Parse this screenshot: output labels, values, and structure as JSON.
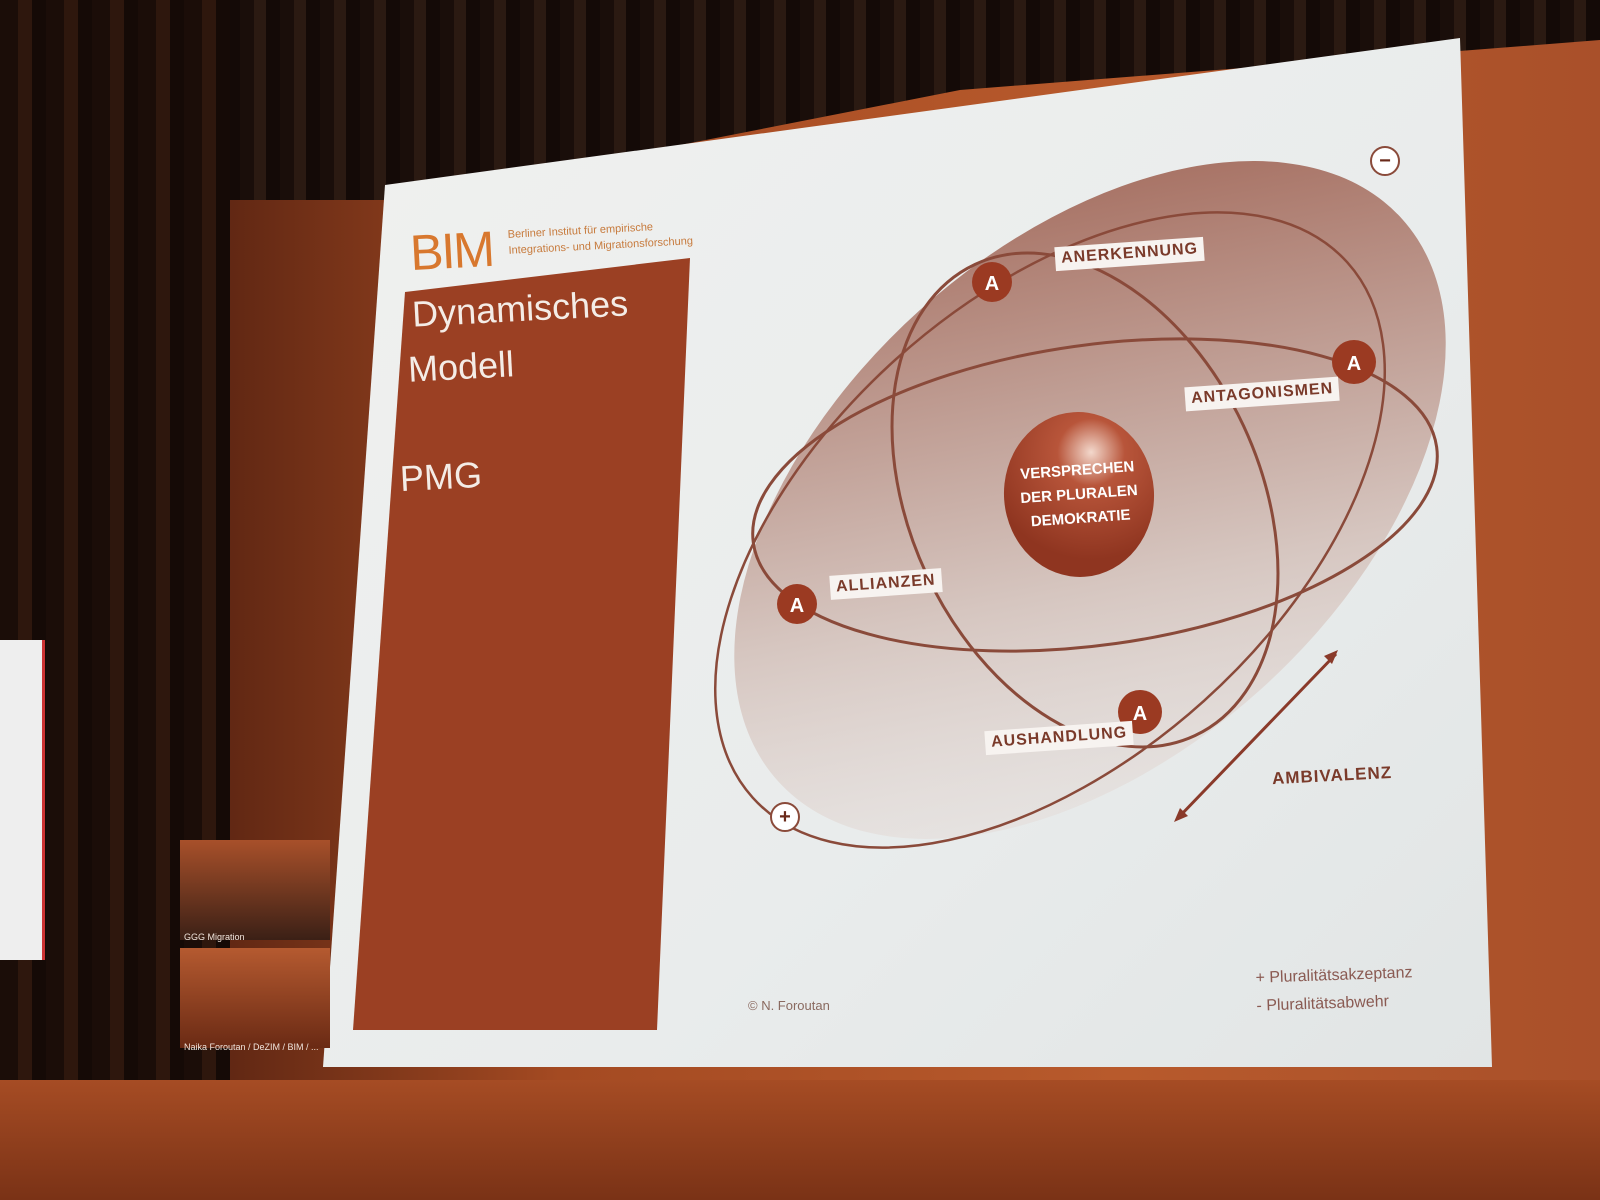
{
  "slide": {
    "logo": "BIM",
    "institute_line1": "Berliner Institut für empirische",
    "institute_line2": "Integrations- und Migrationsforschung",
    "title_line1": "Dynamisches",
    "title_line2": "Modell",
    "subtitle": "PMG"
  },
  "diagram": {
    "center": "VERSPRECHEN DER PLURALEN DEMOKRATIE",
    "labels": [
      "ANERKENNUNG",
      "ANTAGONISMEN",
      "ALLIANZEN",
      "AUSHANDLUNG"
    ],
    "node_letter": "A",
    "ambivalence": "AMBIVALENZ",
    "plus": "+",
    "minus": "−",
    "credit": "© N. Foroutan",
    "legend": [
      "+ Pluralitätsakzeptanz",
      "- Pluralitätsabwehr"
    ],
    "colors": {
      "accent": "#9b4023",
      "logo": "#d8782e"
    }
  },
  "video": {
    "tile1_label": "GGG Migration",
    "tile2_label": "Naika Foroutan / DeZIM / BIM / ..."
  }
}
